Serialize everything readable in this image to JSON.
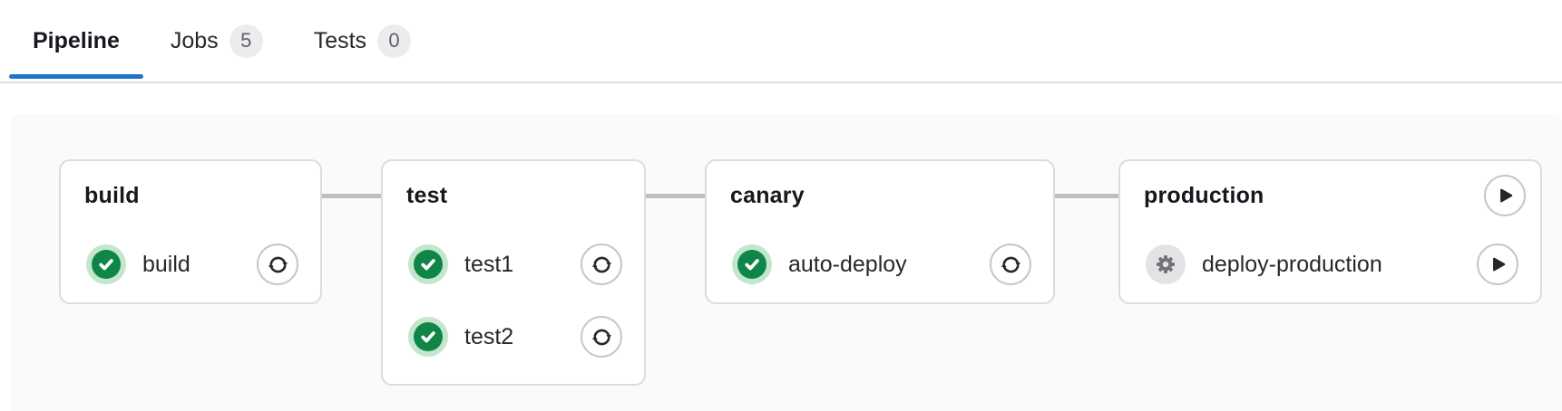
{
  "tabs": {
    "items": [
      {
        "label": "Pipeline",
        "active": true
      },
      {
        "label": "Jobs",
        "badge": "5"
      },
      {
        "label": "Tests",
        "badge": "0"
      }
    ]
  },
  "pipeline": {
    "stages": [
      {
        "title": "build",
        "jobs": [
          {
            "name": "build",
            "status": "success",
            "action": "retry"
          }
        ]
      },
      {
        "title": "test",
        "jobs": [
          {
            "name": "test1",
            "status": "success",
            "action": "retry"
          },
          {
            "name": "test2",
            "status": "success",
            "action": "retry"
          }
        ]
      },
      {
        "title": "canary",
        "jobs": [
          {
            "name": "auto-deploy",
            "status": "success",
            "action": "retry"
          }
        ]
      },
      {
        "title": "production",
        "stage_action": "play",
        "jobs": [
          {
            "name": "deploy-production",
            "status": "manual",
            "action": "play"
          }
        ]
      }
    ]
  },
  "colors": {
    "accent_blue": "#1f75cb",
    "success_green": "#108548",
    "success_halo": "#c3e6cd",
    "manual_halo": "#e3e3e6",
    "manual_gear": "#737278",
    "connector_gray": "#bfbfc3",
    "canvas_bg": "#fafafb",
    "card_border": "#dcdcde",
    "badge_bg": "#ececef",
    "badge_text": "#626168",
    "text_dark": "#18171d",
    "text_body": "#28272d"
  }
}
